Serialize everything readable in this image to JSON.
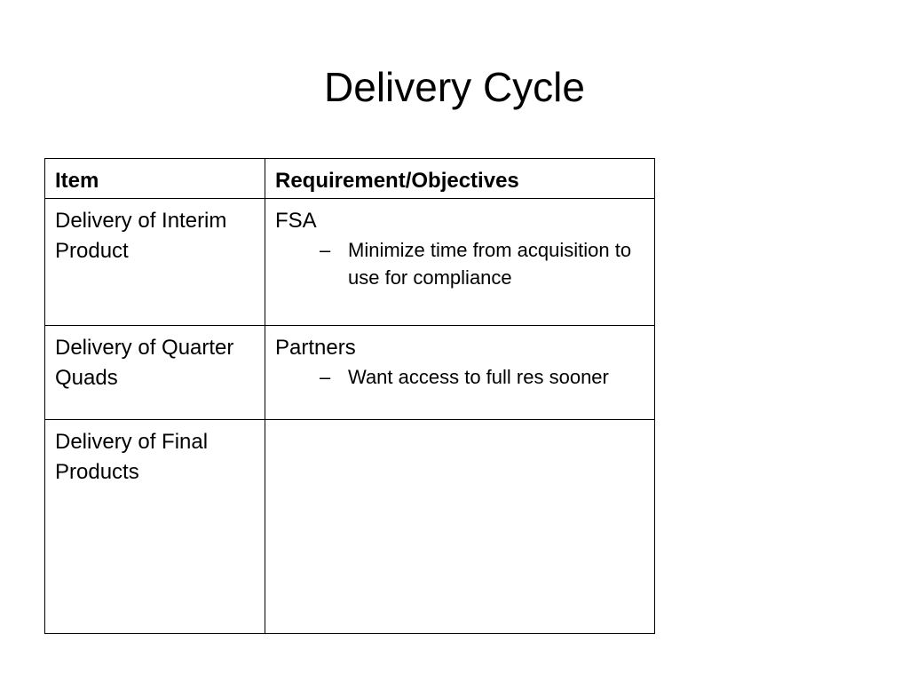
{
  "slide": {
    "title": "Delivery Cycle"
  },
  "table": {
    "headers": {
      "item": "Item",
      "requirement": "Requirement/Objectives"
    },
    "rows": [
      {
        "item": "Delivery of Interim Product",
        "requirement": "FSA",
        "details": [
          "Minimize time from acquisition to use for compliance"
        ]
      },
      {
        "item": "Delivery of Quarter Quads",
        "requirement": "Partners",
        "details": [
          "Want access to full res sooner"
        ]
      },
      {
        "item": "Delivery of Final Products",
        "requirement": "",
        "details": []
      }
    ],
    "bullet_symbol": "–"
  }
}
